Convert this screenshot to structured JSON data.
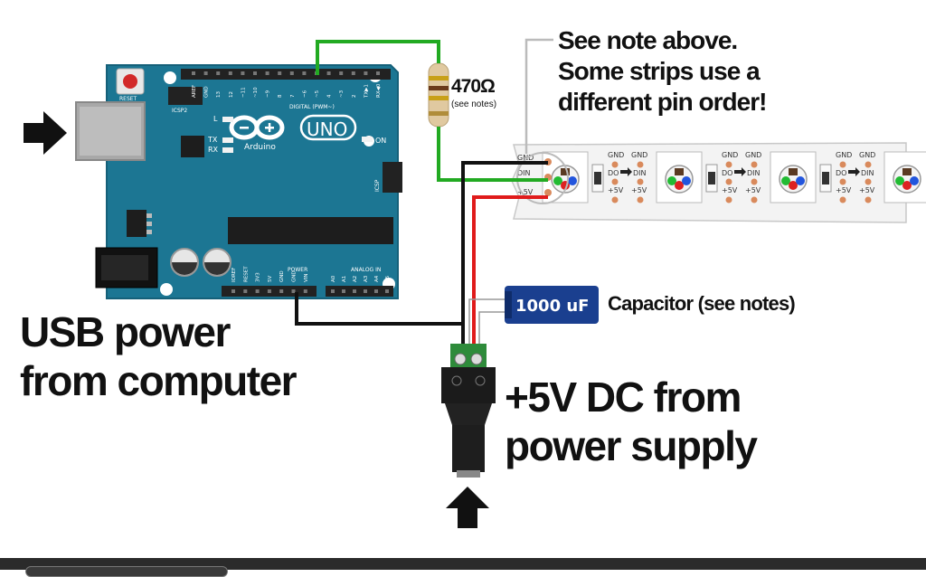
{
  "labels": {
    "usb_power": [
      "USB power",
      "from computer"
    ],
    "dc_power": [
      "+5V DC from",
      "power supply"
    ],
    "pin_note": [
      "See note above.",
      "Some strips use a",
      "different pin order!"
    ],
    "resistor_value": "470Ω",
    "resistor_note": "(see notes)",
    "capacitor_label": "Capacitor (see notes)",
    "capacitor_value": "1000 uF"
  },
  "arduino": {
    "brand": "Arduino",
    "model": "UNO",
    "reset_label": "RESET",
    "icsp2_label": "ICSP2",
    "icsp_label": "ICSP",
    "led_labels": [
      "L",
      "TX",
      "RX"
    ],
    "on_label": "ON",
    "digital_header_label": "DIGITAL (PWM~)",
    "digital_pins": [
      "AREF",
      "GND",
      "13",
      "12",
      "~11",
      "~10",
      "~9",
      "8",
      "7",
      "~6",
      "~5",
      "4",
      "~3",
      "2",
      "TX▶1",
      "RX◀0"
    ],
    "power_header_label": "POWER",
    "power_pins": [
      "IOREF",
      "RESET",
      "3V3",
      "5V",
      "GND",
      "GND",
      "VIN"
    ],
    "analog_header_label": "ANALOG IN",
    "analog_pins": [
      "A0",
      "A1",
      "A2",
      "A3",
      "A4",
      "A5"
    ]
  },
  "strip": {
    "input_pins": [
      "GND",
      "DIN",
      "+5V"
    ],
    "segment_top_labels": [
      "GND",
      "GND"
    ],
    "segment_mid_labels": [
      "DO",
      "DIN"
    ],
    "segment_bottom_labels": [
      "+5V",
      "+5V"
    ]
  },
  "colors": {
    "board": "#1c7693",
    "wire_signal": "#22aa22",
    "wire_ground": "#111111",
    "wire_power": "#e01b1b",
    "capacitor": "#1a3f8f",
    "terminal": "#2e8b3a"
  }
}
